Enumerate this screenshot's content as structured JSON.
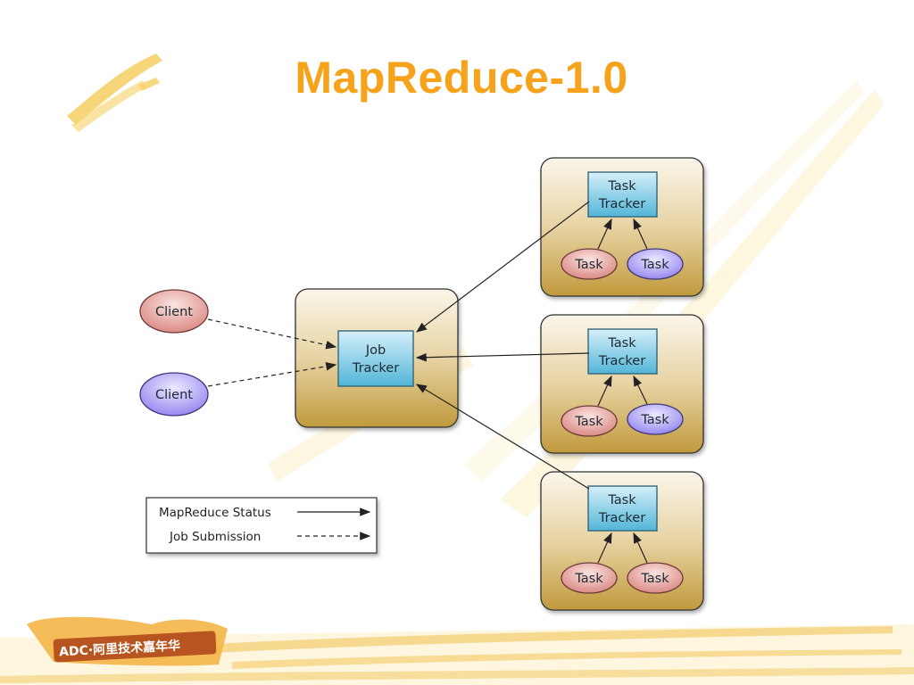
{
  "slide": {
    "title": "MapReduce-1.0",
    "accent_color": "#f7a21b"
  },
  "diagram": {
    "clients": [
      {
        "label": "Client",
        "color": "#e8a9a5"
      },
      {
        "label": "Client",
        "color": "#b5aef4"
      }
    ],
    "job_tracker": {
      "line1": "Job",
      "line2": "Tracker"
    },
    "task_trackers": [
      {
        "line1": "Task",
        "line2": "Tracker",
        "tasks": [
          {
            "label": "Task",
            "color": "#e8a9a5"
          },
          {
            "label": "Task",
            "color": "#b5aef4"
          }
        ]
      },
      {
        "line1": "Task",
        "line2": "Tracker",
        "tasks": [
          {
            "label": "Task",
            "color": "#e8a9a5"
          },
          {
            "label": "Task",
            "color": "#b5aef4"
          }
        ]
      },
      {
        "line1": "Task",
        "line2": "Tracker",
        "tasks": [
          {
            "label": "Task",
            "color": "#e8a9a5"
          },
          {
            "label": "Task",
            "color": "#e8a9a5"
          }
        ]
      }
    ],
    "legend": {
      "status_label": "MapReduce Status",
      "submission_label": "Job Submission"
    }
  },
  "footer": {
    "logo_text": "ADC·阿里技术嘉年华"
  }
}
